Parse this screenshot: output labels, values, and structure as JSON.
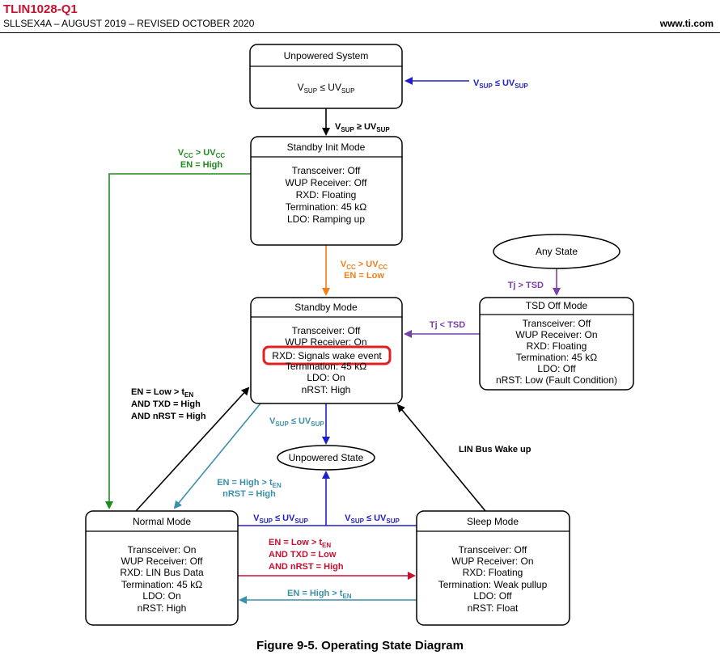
{
  "header": {
    "doc_title": "TLIN1028-Q1",
    "doc_subtitle": "SLLSEX4A – AUGUST 2019 – REVISED OCTOBER 2020",
    "website": "www.ti.com"
  },
  "colors": {
    "black": "#000000",
    "blue": "#1f1fc8",
    "green": "#1e8c1e",
    "orange": "#ef7f1a",
    "purple": "#7b3fa8",
    "teal": "#3a90a8",
    "red": "#c8102e",
    "highlight": "#e02020"
  },
  "states": {
    "unpowered_system": {
      "title": "Unpowered System",
      "lines": [
        {
          "main": "V",
          "sub": "SUP",
          "rest": " ≤ UV",
          "sub2": "SUP"
        }
      ]
    },
    "standby_init": {
      "title": "Standby Init Mode",
      "lines": [
        "Transceiver: Off",
        "WUP Receiver: Off",
        "RXD: Floating",
        "Termination: 45 kΩ",
        "LDO: Ramping up"
      ]
    },
    "standby": {
      "title": "Standby Mode",
      "lines": [
        "Transceiver: Off",
        "WUP Receiver: On",
        "RXD: Signals wake event",
        "Termination: 45 kΩ",
        "LDO: On",
        "nRST: High"
      ]
    },
    "tsd_off": {
      "title": "TSD Off Mode",
      "lines": [
        "Transceiver: Off",
        "WUP Receiver: On",
        "RXD: Floating",
        "Termination: 45 kΩ",
        "LDO: Off",
        "nRST: Low (Fault Condition)"
      ]
    },
    "normal": {
      "title": "Normal Mode",
      "lines": [
        "Transceiver: On",
        "WUP Receiver: Off",
        "RXD: LIN Bus Data",
        "Termination: 45 kΩ",
        "LDO: On",
        "nRST: High"
      ]
    },
    "sleep": {
      "title": "Sleep Mode",
      "lines": [
        "Transceiver: Off",
        "WUP Receiver: On",
        "RXD: Floating",
        "Termination: Weak pullup",
        "LDO: Off",
        "nRST: Float"
      ]
    },
    "any_state": {
      "title": "Any State"
    },
    "unpowered_state": {
      "title": "Unpowered State"
    }
  },
  "transitions": {
    "vsup_to_unpowered_system": {
      "v": "V",
      "sub1": "SUP",
      "mid": " ≤ UV",
      "sub2": "SUP"
    },
    "unpowered_to_init": {
      "v": "V",
      "sub1": "SUP",
      "mid": " ≥ UV",
      "sub2": "SUP"
    },
    "init_to_normal": {
      "line1_v": "V",
      "line1_sub1": "CC",
      "line1_mid": " > UV",
      "line1_sub2": "CC",
      "line2": "EN = High"
    },
    "init_to_standby": {
      "line1_v": "V",
      "line1_sub1": "CC",
      "line1_mid": " > UV",
      "line1_sub2": "CC",
      "line2": "EN = Low"
    },
    "any_to_tsd": "Tj > TSD",
    "tsd_to_standby": "Tj < TSD",
    "normal_to_standby": {
      "line1_main": "EN = Low > t",
      "line1_sub": "EN",
      "line2": "AND TXD = High",
      "line3": "AND nRST = High"
    },
    "standby_to_normal": {
      "line1_main": "EN = High > t",
      "line1_sub": "EN",
      "line2": "nRST = High"
    },
    "standby_to_unpowered": {
      "v": "V",
      "sub1": "SUP",
      "mid": " ≤ UV",
      "sub2": "SUP"
    },
    "normal_to_unpowered": {
      "v": "V",
      "sub1": "SUP",
      "mid": " ≤ UV",
      "sub2": "SUP"
    },
    "sleep_to_unpowered": {
      "v": "V",
      "sub1": "SUP",
      "mid": " ≤ UV",
      "sub2": "SUP"
    },
    "sleep_to_standby": "LIN Bus Wake up",
    "normal_to_sleep": {
      "line1_main": "EN = Low > t",
      "line1_sub": "EN",
      "line2": "AND TXD = Low",
      "line3": "AND nRST = High"
    },
    "sleep_to_normal": {
      "line1_main": "EN = High > t",
      "line1_sub": "EN"
    }
  },
  "caption": "Figure 9-5. Operating State Diagram"
}
